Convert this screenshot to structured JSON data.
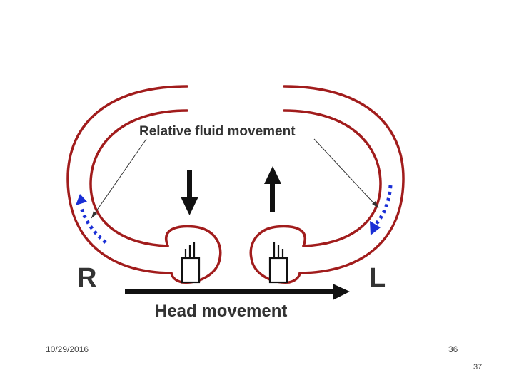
{
  "diagram": {
    "relative_fluid_label": "Relative fluid movement",
    "head_movement_label": "Head movement",
    "right_label": "R",
    "left_label": "L",
    "date_text": "10/29/2016",
    "inner_page_number": "36",
    "slide_number": "37",
    "canal_color": "#a11c1c",
    "fluid_arrow_color": "#1a2fd6",
    "arrow_color": "#111111"
  }
}
